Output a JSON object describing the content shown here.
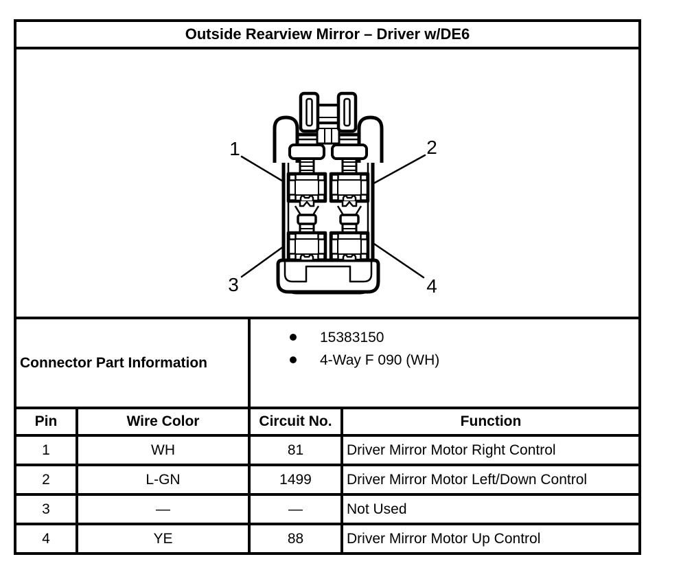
{
  "title": "Outside Rearview Mirror – Driver w/DE6",
  "diagram": {
    "description": "4-way female connector face view",
    "pin_labels": [
      "1",
      "2",
      "3",
      "4"
    ]
  },
  "part_info": {
    "label": "Connector Part Information",
    "items": [
      "15383150",
      "4-Way F 090 (WH)"
    ]
  },
  "pin_table": {
    "headers": [
      "Pin",
      "Wire Color",
      "Circuit No.",
      "Function"
    ],
    "rows": [
      {
        "pin": "1",
        "wire_color": "WH",
        "circuit": "81",
        "function": "Driver Mirror Motor Right Control"
      },
      {
        "pin": "2",
        "wire_color": "L-GN",
        "circuit": "1499",
        "function": "Driver Mirror Motor Left/Down Control"
      },
      {
        "pin": "3",
        "wire_color": "—",
        "circuit": "—",
        "function": "Not Used"
      },
      {
        "pin": "4",
        "wire_color": "YE",
        "circuit": "88",
        "function": "Driver Mirror Motor Up Control"
      }
    ]
  },
  "colors": {
    "line": "#000000",
    "background": "#ffffff",
    "text": "#000000"
  }
}
